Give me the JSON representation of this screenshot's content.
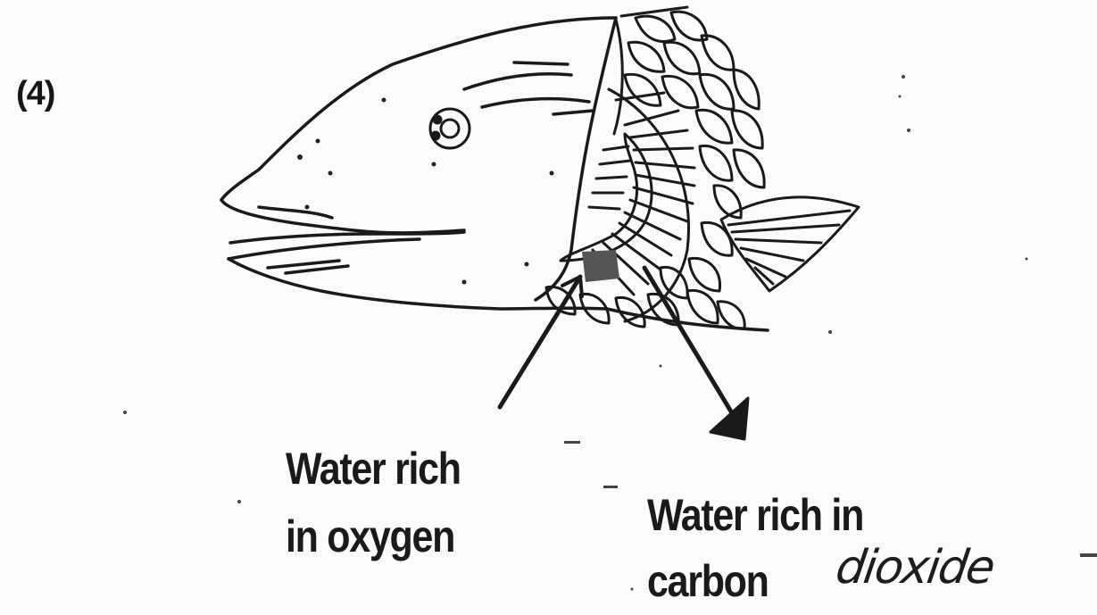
{
  "question_number": "(4)",
  "labels": {
    "oxygen_line1": "Water rich",
    "oxygen_line2": "in oxygen",
    "co2_line1": "Water rich in",
    "co2_line2": "carbon",
    "co2_handwritten": "dioxide"
  },
  "colors": {
    "ink": "#1a1a1a",
    "paper": "#fbfbf9",
    "gill_patch": "#555555"
  }
}
